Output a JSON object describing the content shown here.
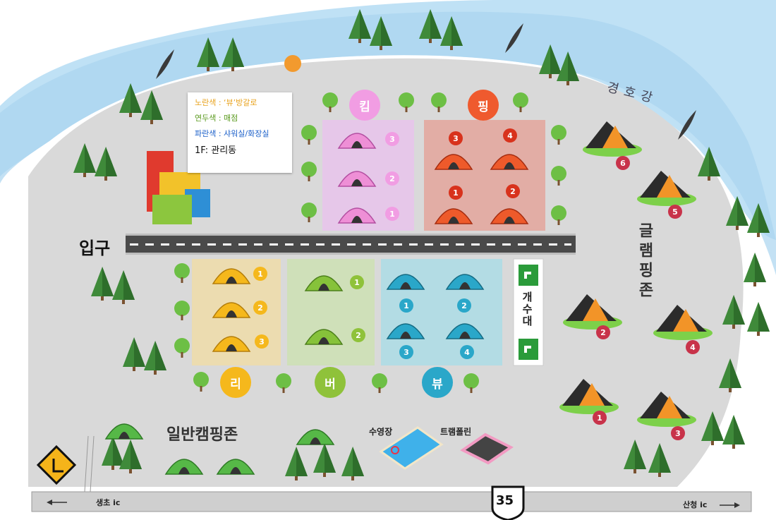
{
  "legend": {
    "yellow": "노란색 : ‘뷰’방갈로",
    "green": "연두색 : 매점",
    "blue": "파란색 : 샤워실/화장실",
    "office": "1F: 관리동",
    "colors": {
      "yellow": "#e8a21c",
      "green": "#5a9a1e",
      "blue": "#1a5fc9"
    }
  },
  "labels": {
    "entrance": "입구",
    "river": "경호강",
    "glamping": "글램핑존",
    "camping": "일반캠핑존",
    "water": "개수대",
    "pool": "수영장",
    "trampoline": "트램폴린",
    "left_exit": "생초 ic",
    "right_exit": "산청 ic",
    "route": "35"
  },
  "zones": {
    "kum": {
      "label": "킴",
      "color": "#f19de3",
      "bg": "#e6c7e9",
      "tents": [
        "3",
        "2",
        "1"
      ]
    },
    "ping": {
      "label": "핑",
      "color": "#ef5a2e",
      "bg": "#e2ada5",
      "tents": [
        "3",
        "4",
        "1",
        "2"
      ]
    },
    "ri": {
      "label": "리",
      "color": "#f5b81c",
      "bg": "#ecdcb0",
      "tents": [
        "1",
        "2",
        "3"
      ]
    },
    "be": {
      "label": "버",
      "color": "#8fc23a",
      "bg": "#cfe0b9",
      "tents": [
        "1",
        "2"
      ]
    },
    "byu": {
      "label": "뷰",
      "color": "#2aa7c9",
      "bg": "#b3dce4",
      "tents": [
        "1",
        "2",
        "3",
        "4"
      ]
    }
  },
  "glamping_sites": [
    "6",
    "5",
    "2",
    "4",
    "1",
    "3"
  ]
}
